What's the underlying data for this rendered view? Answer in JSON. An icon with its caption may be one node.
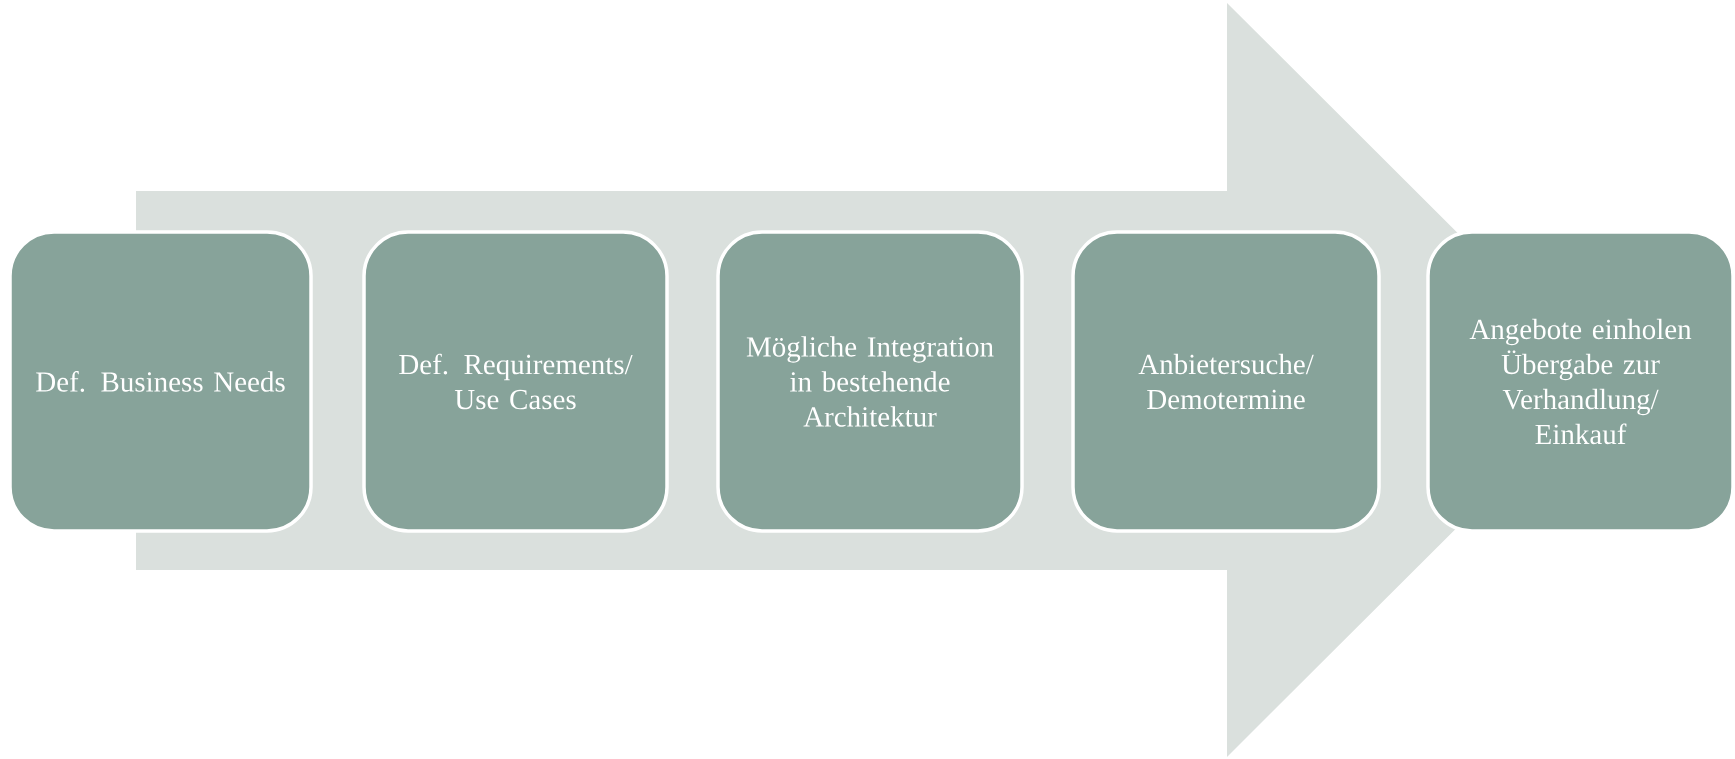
{
  "diagram": {
    "nodes": [
      {
        "text": [
          "Def. Business Needs"
        ]
      },
      {
        "text": [
          "Def. Requirements/ Use Cases"
        ]
      },
      {
        "text": [
          "Mögliche Integration in bestehende Architektur"
        ]
      },
      {
        "text": [
          "Anbietersuche/ Demotermine"
        ]
      },
      {
        "text": [
          "Angebote einholen Übergabe zur Verhandlung/ Einkauf"
        ]
      }
    ],
    "edges": [
      {
        "from": 0,
        "to": 4,
        "arrow": "to"
      }
    ]
  }
}
